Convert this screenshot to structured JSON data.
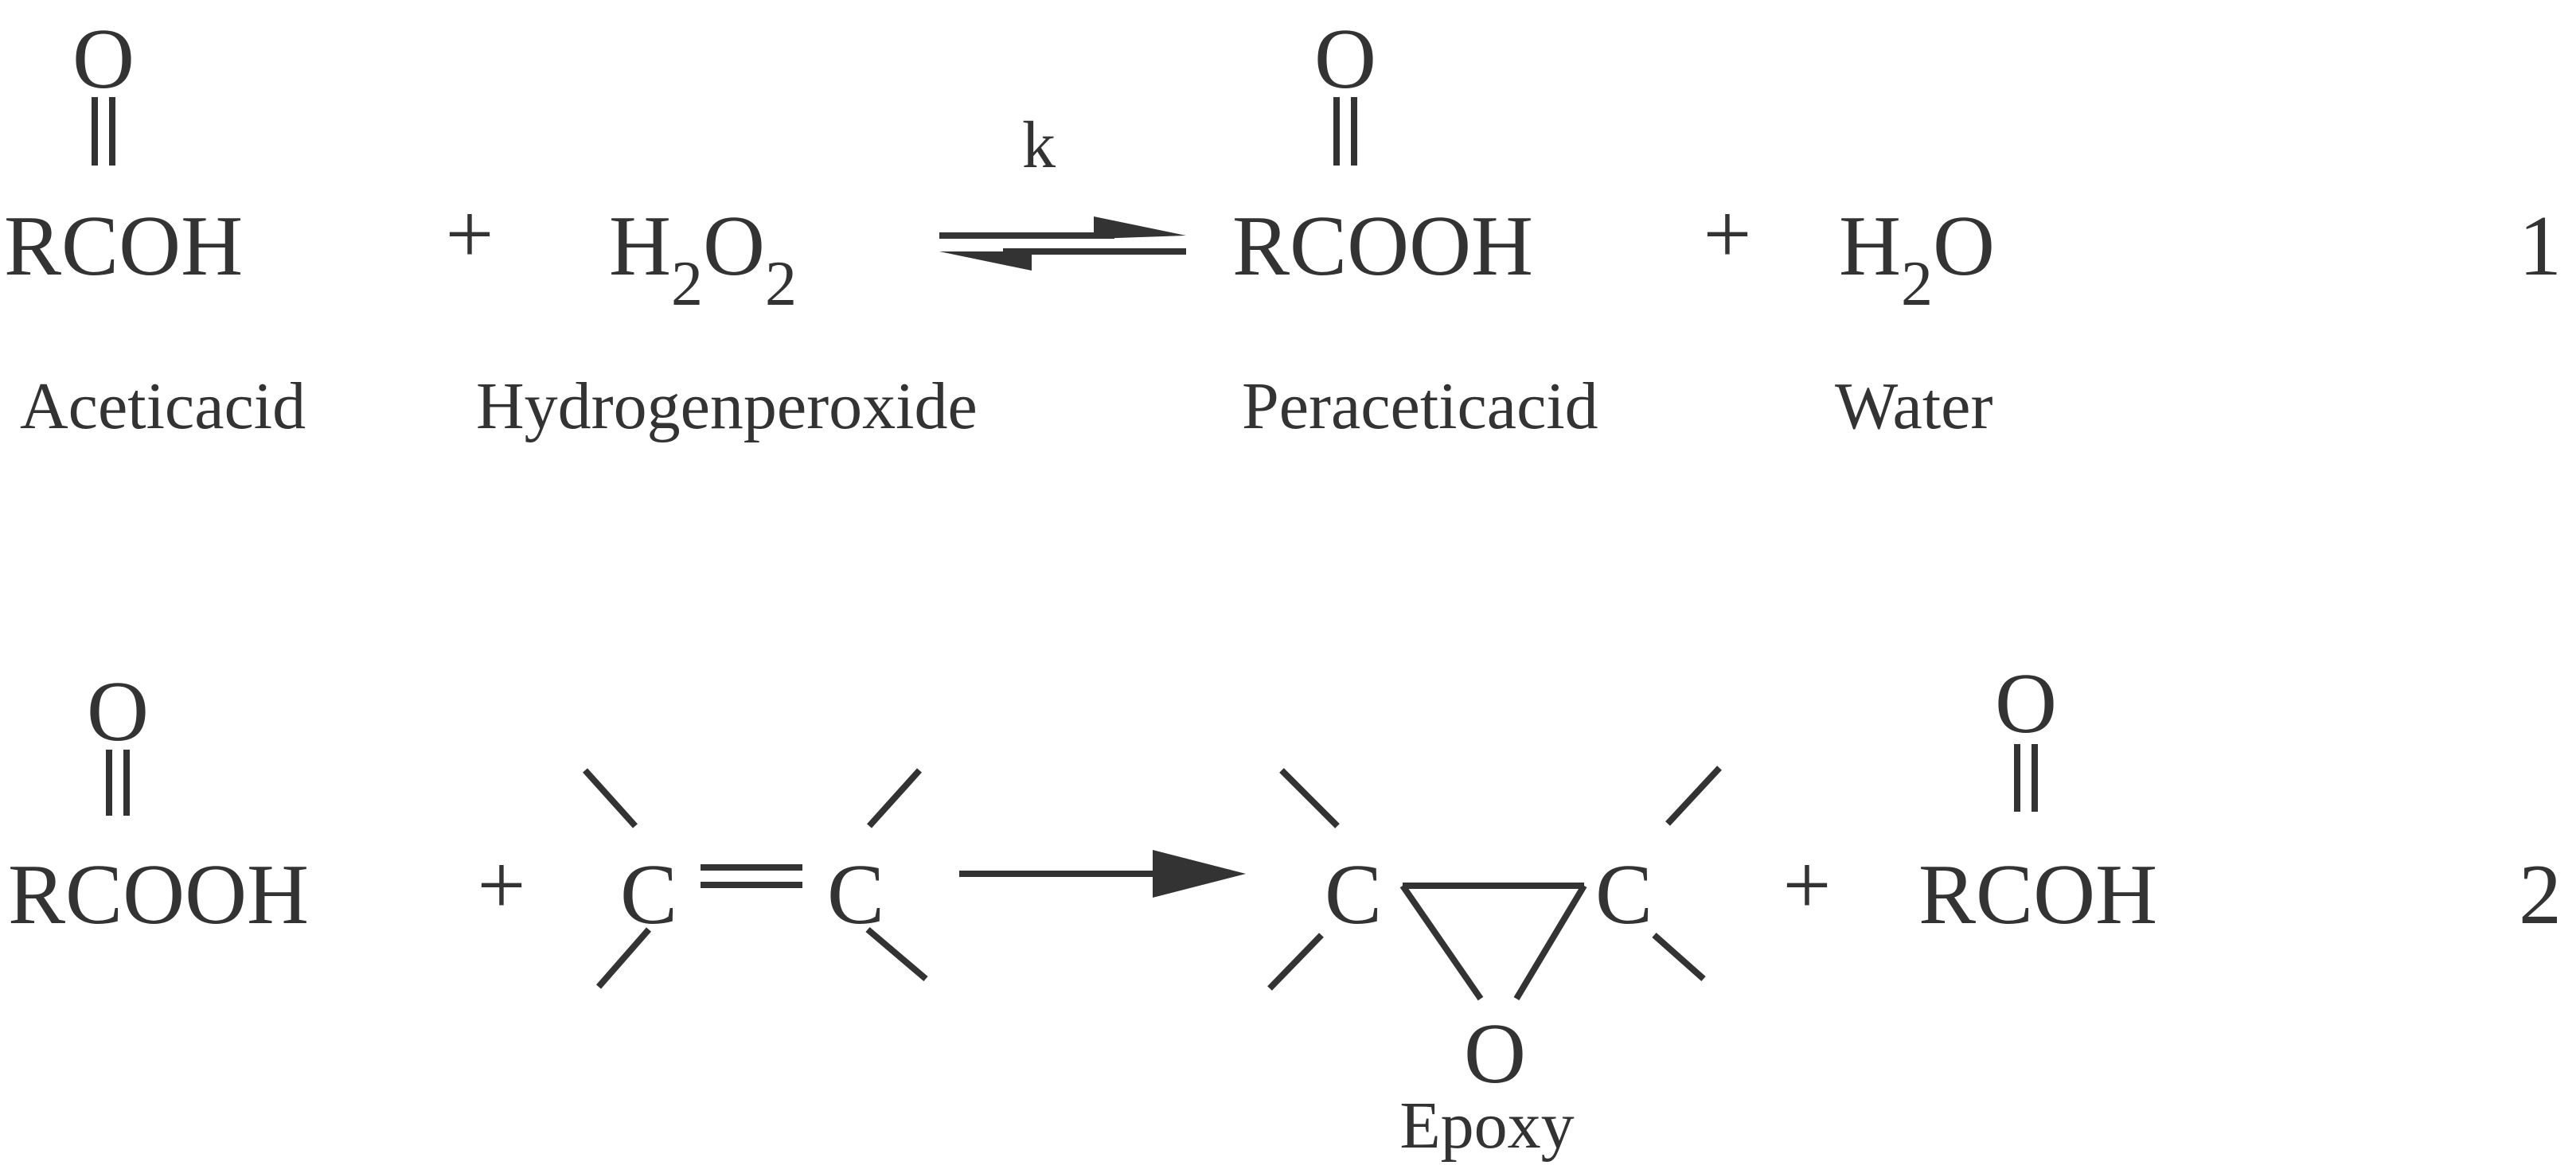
{
  "reaction_1": {
    "number": "1",
    "reactant_1": {
      "formula": "RCOH",
      "carbonyl_O": "O",
      "name": "Aceticacid"
    },
    "plus_1": "+",
    "reactant_2": {
      "H": "H",
      "sub_1": "2",
      "O": "O",
      "sub_2": "2",
      "name": "Hydrogenperoxide"
    },
    "rate_constant": "k",
    "product_1": {
      "formula": "RCOOH",
      "carbonyl_O": "O",
      "name": "Peraceticacid"
    },
    "plus_2": "+",
    "product_2": {
      "H": "H",
      "sub": "2",
      "O": "O",
      "name": "Water"
    }
  },
  "reaction_2": {
    "number": "2",
    "reactant_1": {
      "formula": "RCOOH",
      "carbonyl_O": "O"
    },
    "plus_1": "+",
    "alkene": {
      "c_left": "C",
      "c_right": "C"
    },
    "epoxide": {
      "c_left": "C",
      "c_right": "C",
      "oxygen": "O",
      "name": "Epoxy"
    },
    "plus_2": "+",
    "product_2": {
      "formula": "RCOH",
      "carbonyl_O": "O"
    }
  }
}
